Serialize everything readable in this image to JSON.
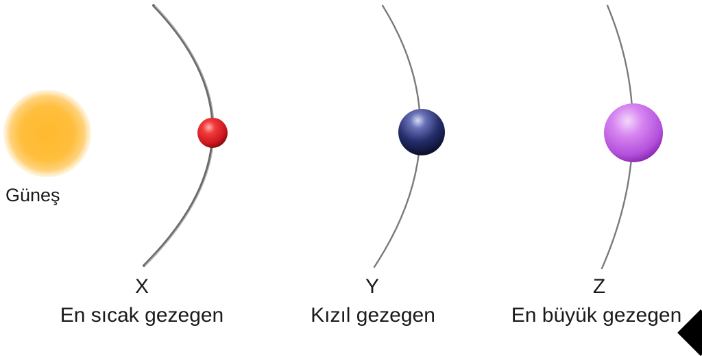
{
  "sun": {
    "label": "Güneş",
    "color": "#f8b838"
  },
  "planets": [
    {
      "letter": "X",
      "description": "En sıcak gezegen",
      "color": "#e5202a",
      "icon": "red-planet"
    },
    {
      "letter": "Y",
      "description": "Kızıl gezegen",
      "color": "#27306e",
      "icon": "dark-blue-planet"
    },
    {
      "letter": "Z",
      "description": "En büyük gezegen",
      "color": "#c060dc",
      "icon": "purple-planet"
    }
  ]
}
